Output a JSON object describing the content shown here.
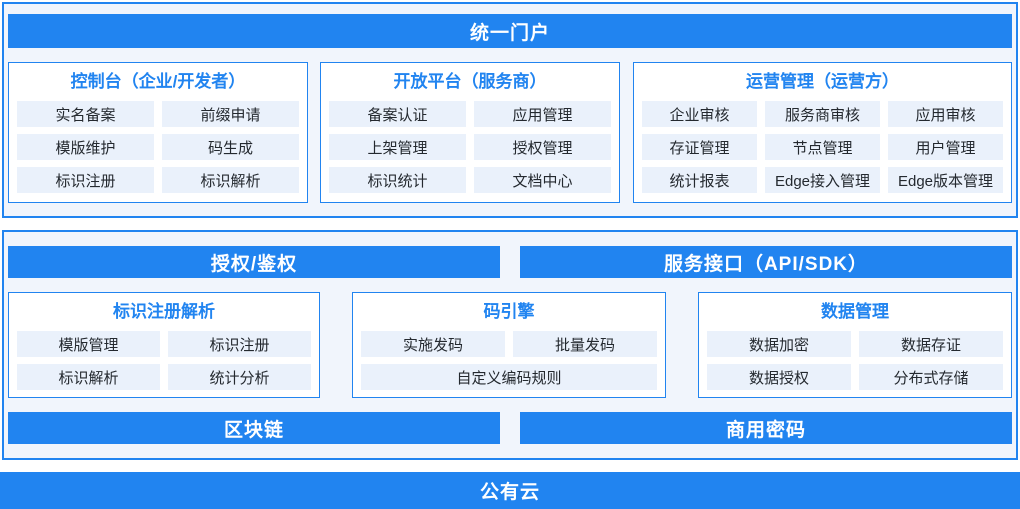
{
  "colors": {
    "accent": "#2184F0",
    "container_bg": "#F1F5FC",
    "item_bg": "#EAF1FB",
    "item_text": "#24292F"
  },
  "top_section": {
    "banner": "统一门户",
    "panels": [
      {
        "title": "控制台（企业/开发者）",
        "items": [
          "实名备案",
          "前缀申请",
          "模版维护",
          "码生成",
          "标识注册",
          "标识解析"
        ]
      },
      {
        "title": "开放平台（服务商）",
        "items": [
          "备案认证",
          "应用管理",
          "上架管理",
          "授权管理",
          "标识统计",
          "文档中心"
        ]
      },
      {
        "title": "运营管理（运营方）",
        "items": [
          "企业审核",
          "服务商审核",
          "应用审核",
          "存证管理",
          "节点管理",
          "用户管理",
          "统计报表",
          "Edge接入管理",
          "Edge版本管理"
        ]
      }
    ]
  },
  "middle_section": {
    "top_bars": [
      {
        "label": "授权/鉴权"
      },
      {
        "label": "服务接口（API/SDK）"
      }
    ],
    "panels": [
      {
        "title": "标识注册解析",
        "items": [
          "模版管理",
          "标识注册",
          "标识解析",
          "统计分析"
        ]
      },
      {
        "title": "码引擎",
        "items": [
          "实施发码",
          "批量发码",
          "自定义编码规则"
        ]
      },
      {
        "title": "数据管理",
        "items": [
          "数据加密",
          "数据存证",
          "数据授权",
          "分布式存储"
        ]
      }
    ],
    "bottom_bars": [
      {
        "label": "区块链"
      },
      {
        "label": "商用密码"
      }
    ]
  },
  "footer": {
    "banner": "公有云"
  }
}
